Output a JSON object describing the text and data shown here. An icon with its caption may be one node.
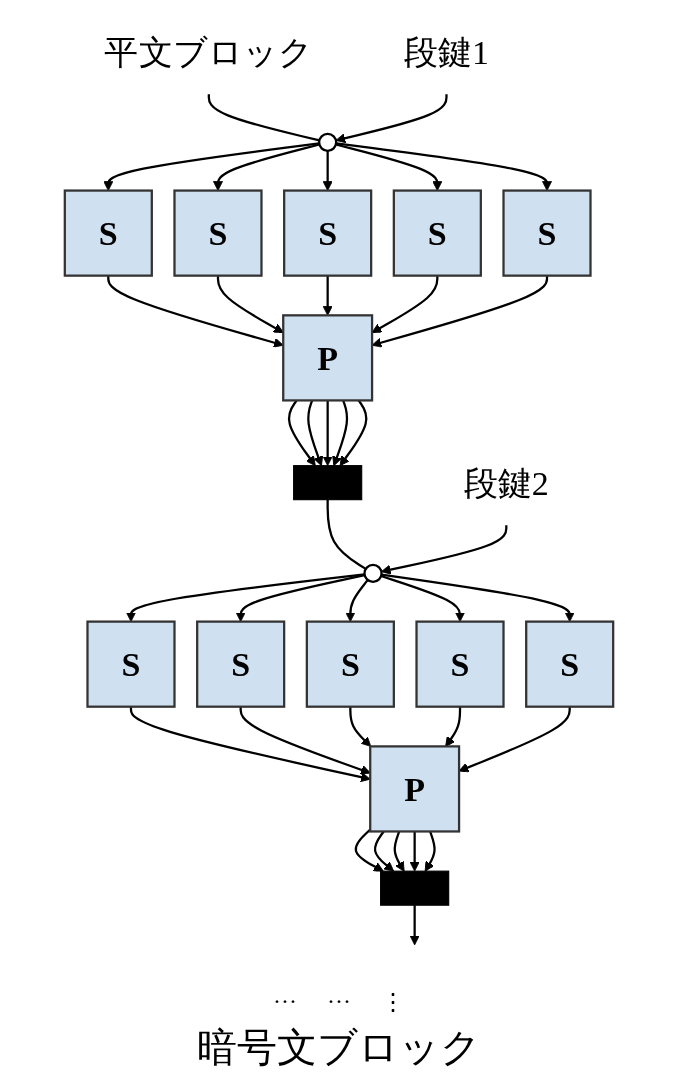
{
  "diagram": {
    "caption": "暗号文ブロック",
    "nodes": [
      {
        "text": [
          "平文ブロック"
        ]
      },
      {
        "text": [
          "段鍵1"
        ]
      },
      {
        "text": [],
        "shape": "circle"
      },
      {
        "text": [
          "S"
        ]
      },
      {
        "text": [
          "S"
        ]
      },
      {
        "text": [
          "S"
        ]
      },
      {
        "text": [
          "S"
        ]
      },
      {
        "text": [
          "S"
        ]
      },
      {
        "text": [
          "P"
        ]
      },
      {
        "text": [],
        "shape": "bar"
      },
      {
        "text": [
          "段鍵2"
        ]
      },
      {
        "text": [],
        "shape": "circle"
      },
      {
        "text": [
          "S"
        ]
      },
      {
        "text": [
          "S"
        ]
      },
      {
        "text": [
          "S"
        ]
      },
      {
        "text": [
          "S"
        ]
      },
      {
        "text": [
          "S"
        ]
      },
      {
        "text": [
          "P"
        ]
      },
      {
        "text": [],
        "shape": "bar"
      }
    ],
    "edges": [
      {
        "from": 0,
        "to": 2,
        "arrow": "none"
      },
      {
        "from": 1,
        "to": 2,
        "arrow": "to"
      },
      {
        "from": 2,
        "to": 3,
        "arrow": "to"
      },
      {
        "from": 2,
        "to": 4,
        "arrow": "to"
      },
      {
        "from": 2,
        "to": 5,
        "arrow": "to"
      },
      {
        "from": 2,
        "to": 6,
        "arrow": "to"
      },
      {
        "from": 2,
        "to": 7,
        "arrow": "to"
      },
      {
        "from": 3,
        "to": 8,
        "arrow": "to"
      },
      {
        "from": 4,
        "to": 8,
        "arrow": "to"
      },
      {
        "from": 5,
        "to": 8,
        "arrow": "to"
      },
      {
        "from": 6,
        "to": 8,
        "arrow": "to"
      },
      {
        "from": 7,
        "to": 8,
        "arrow": "to"
      },
      {
        "from": 8,
        "to": 9,
        "arrow": "to"
      },
      {
        "from": 8,
        "to": 9,
        "arrow": "to"
      },
      {
        "from": 8,
        "to": 9,
        "arrow": "to"
      },
      {
        "from": 8,
        "to": 9,
        "arrow": "to"
      },
      {
        "from": 8,
        "to": 9,
        "arrow": "to"
      },
      {
        "from": 9,
        "to": 11,
        "arrow": "none"
      },
      {
        "from": 10,
        "to": 11,
        "arrow": "to"
      },
      {
        "from": 11,
        "to": 12,
        "arrow": "to"
      },
      {
        "from": 11,
        "to": 13,
        "arrow": "to"
      },
      {
        "from": 11,
        "to": 14,
        "arrow": "to"
      },
      {
        "from": 11,
        "to": 15,
        "arrow": "to"
      },
      {
        "from": 11,
        "to": 16,
        "arrow": "to"
      },
      {
        "from": 12,
        "to": 17,
        "arrow": "to"
      },
      {
        "from": 13,
        "to": 17,
        "arrow": "to"
      },
      {
        "from": 14,
        "to": 17,
        "arrow": "to"
      },
      {
        "from": 15,
        "to": 17,
        "arrow": "to"
      },
      {
        "from": 16,
        "to": 17,
        "arrow": "to"
      },
      {
        "from": 17,
        "to": 18,
        "arrow": "to"
      },
      {
        "from": 17,
        "to": 18,
        "arrow": "to"
      },
      {
        "from": 17,
        "to": 18,
        "arrow": "to"
      },
      {
        "from": 17,
        "to": 18,
        "arrow": "to"
      },
      {
        "from": 17,
        "to": 18,
        "arrow": "to"
      },
      {
        "from": 18,
        "to": null,
        "arrow": "to"
      }
    ],
    "labels": [
      "···",
      "···",
      "⋮"
    ]
  }
}
